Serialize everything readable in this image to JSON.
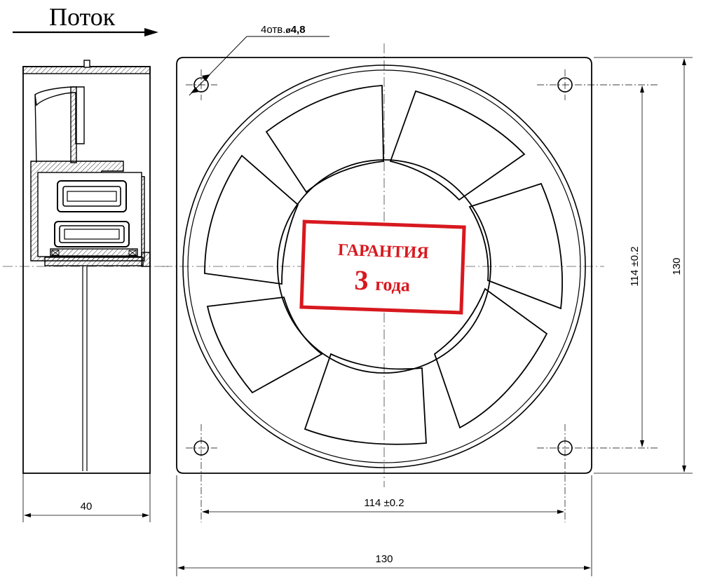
{
  "flow": {
    "label": "Поток"
  },
  "holes_note": {
    "prefix": "4отв.",
    "symbol": "ø",
    "value": "4,8"
  },
  "dimensions": {
    "depth": "40",
    "hole_spacing_horizontal": "114 ±0.2",
    "hole_spacing_vertical": "114 ±0.2",
    "overall_width": "130",
    "overall_height": "130"
  },
  "stamp": {
    "line1": "ГАРАНТИЯ",
    "number": "3",
    "unit": "года",
    "color": "#d7191f"
  },
  "colors": {
    "line": "#000000",
    "hatch": "#000000",
    "center_line": "#000000"
  }
}
